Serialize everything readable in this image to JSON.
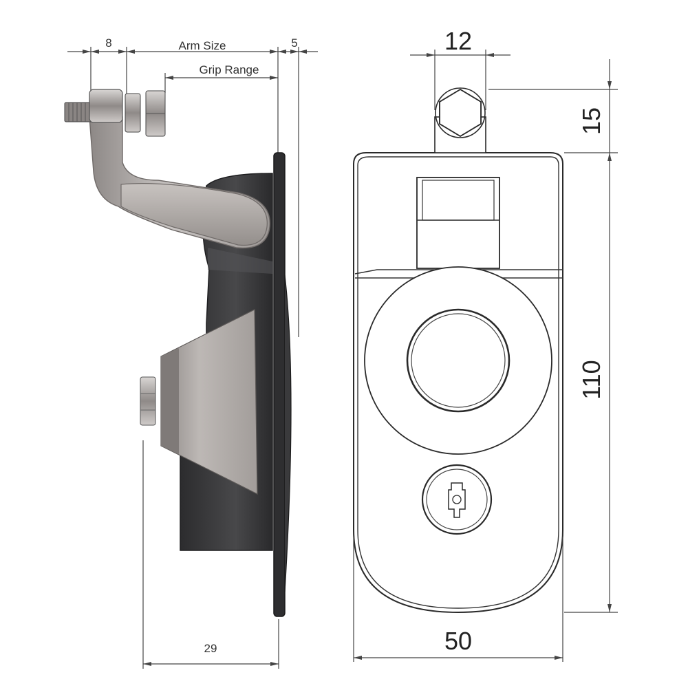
{
  "side_view": {
    "dim_8": "8",
    "dim_arm_size": "Arm Size",
    "dim_5": "5",
    "dim_grip_range": "Grip Range",
    "dim_29": "29"
  },
  "front_view": {
    "dim_12": "12",
    "dim_15": "15",
    "dim_110": "110",
    "dim_50": "50"
  },
  "colors": {
    "body_dark": "#3a3a3c",
    "metal_light": "#bdb8b5",
    "metal_mid": "#9d9896",
    "line": "#2a2a2a"
  }
}
